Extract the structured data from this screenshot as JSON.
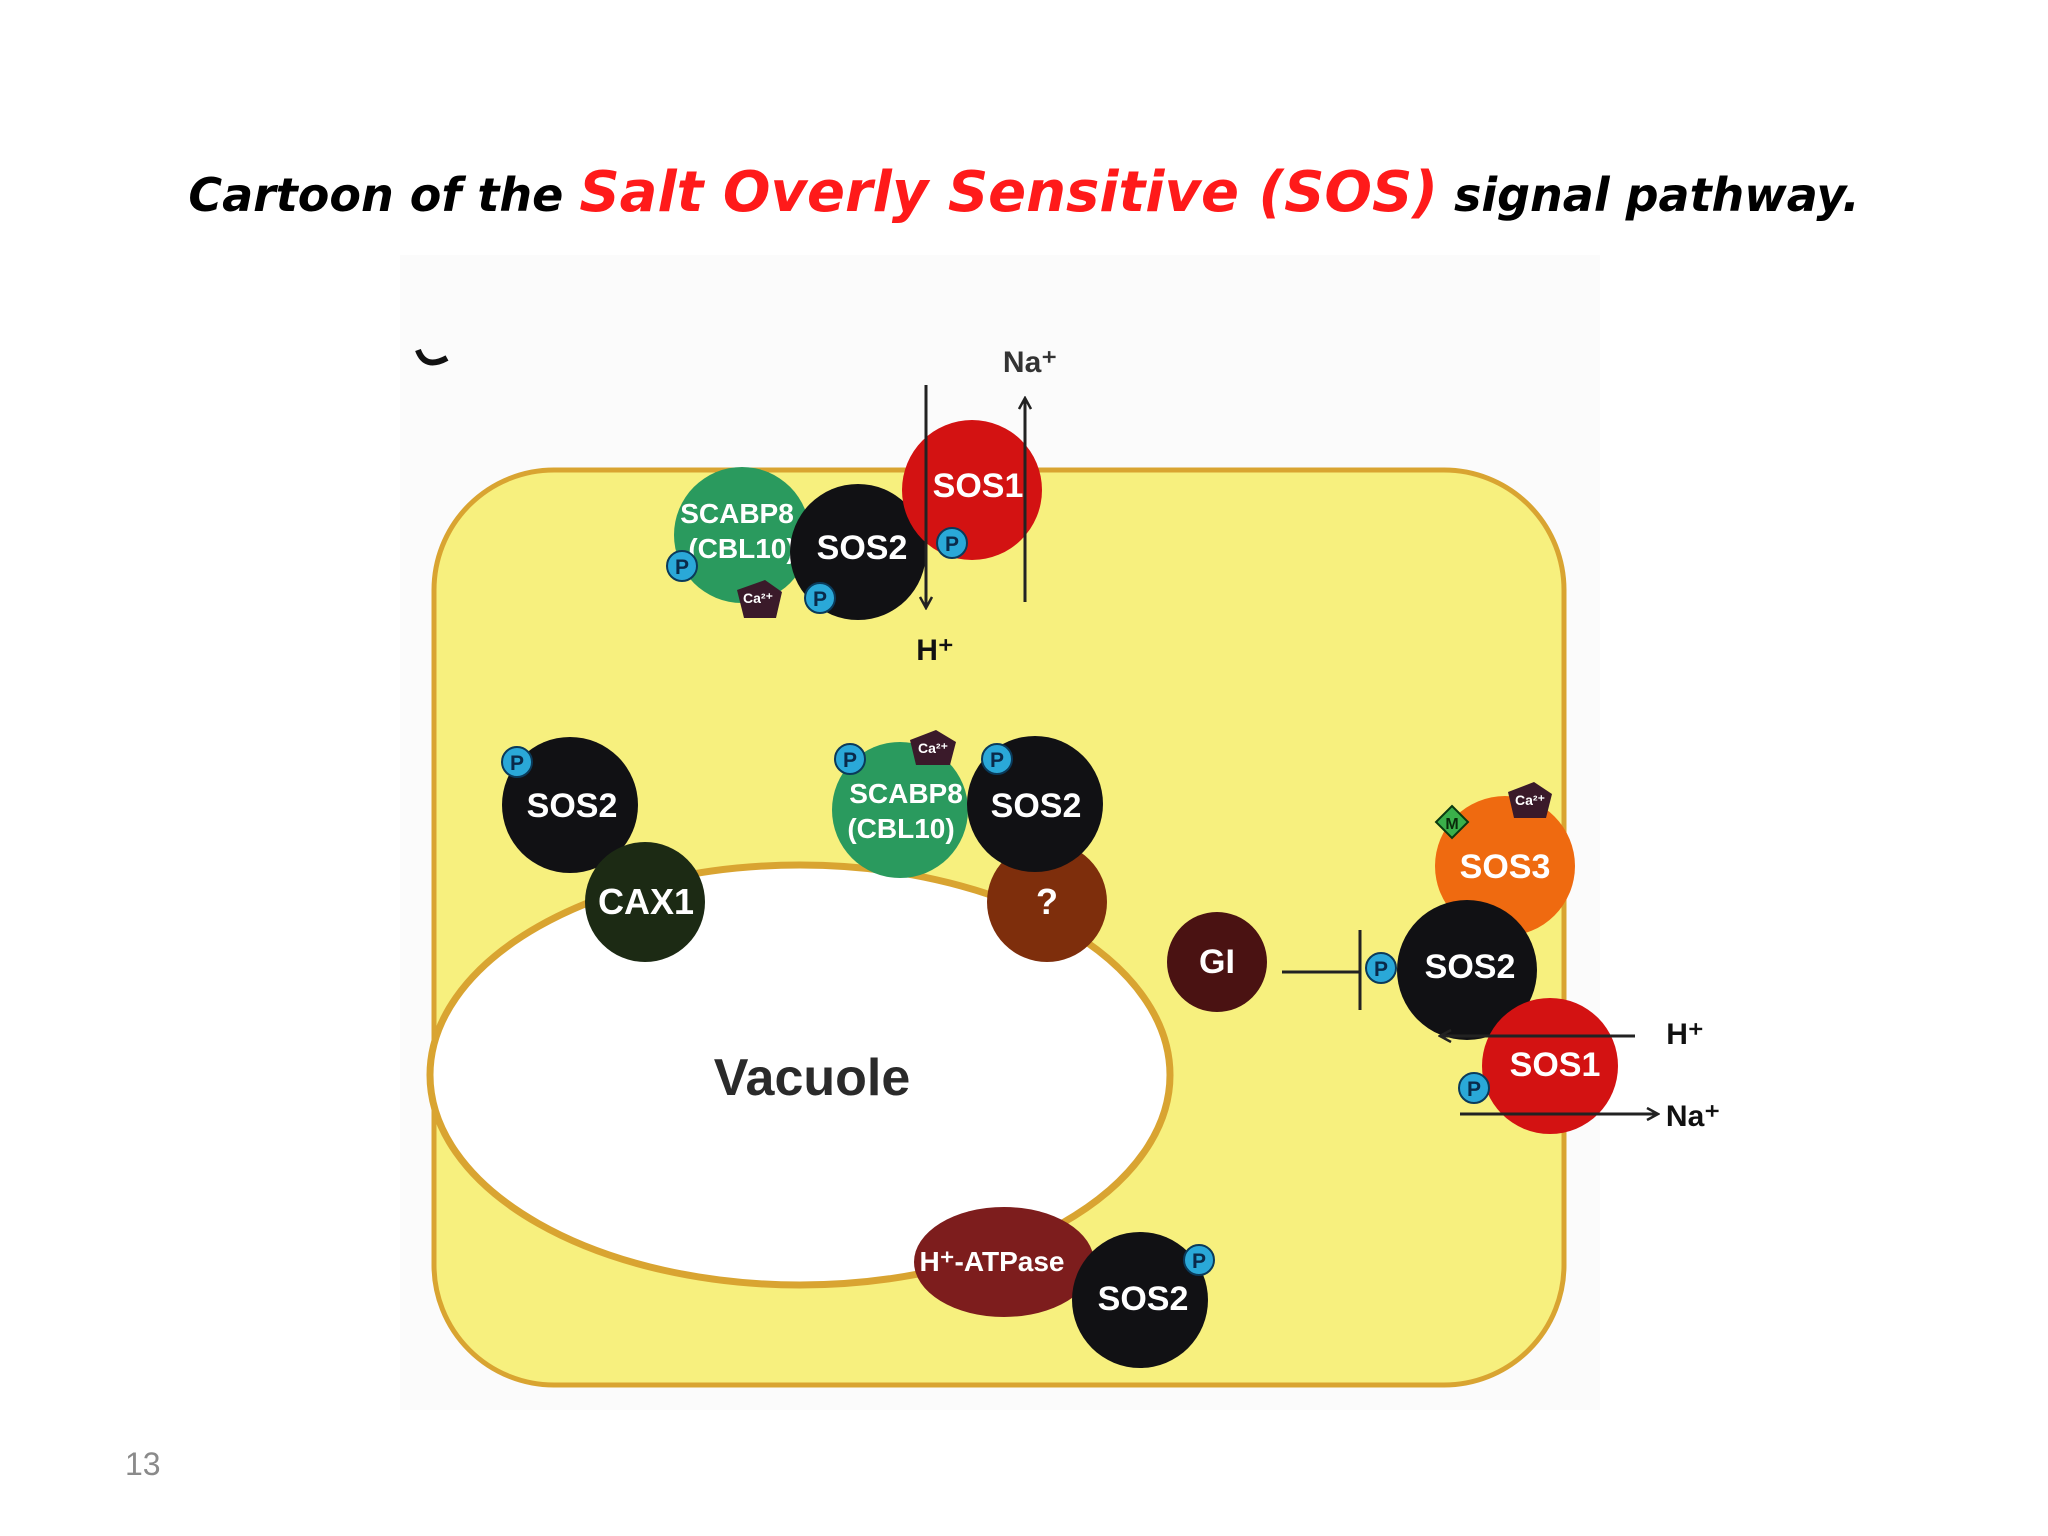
{
  "title": {
    "prefix": "Cartoon of the",
    "highlight": "Salt Overly Sensitive (SOS)",
    "suffix": "signal pathway",
    "end": "."
  },
  "colors": {
    "title_accent": "#ff1a1a",
    "cytoplasm": "#f7f07e",
    "membrane": "#d9a431",
    "sos1": "#d31212",
    "sos2": "#111114",
    "scabp8": "#2a9a5e",
    "sos3": "#ef6a10",
    "cax1": "#1c2a14",
    "unknown": "#7e2e0c",
    "gi": "#4a1212",
    "h_atpase": "#7d1d1d",
    "phosphate": "#2aa8d8"
  },
  "labels": {
    "na": "Na⁺",
    "h": "H⁺",
    "sos1": "SOS1",
    "sos2": "SOS2",
    "sos3": "SOS3",
    "scabp8_line1": "SCABP8",
    "scabp8_line2": "(CBL10)",
    "cax1": "CAX1",
    "unknown": "?",
    "gi": "GI",
    "h_atpase": "H⁺-ATPase",
    "vacuole": "Vacuole",
    "phosphate": "P",
    "calcium": "Ca²⁺",
    "myristoyl": "M"
  },
  "page_number": "13"
}
